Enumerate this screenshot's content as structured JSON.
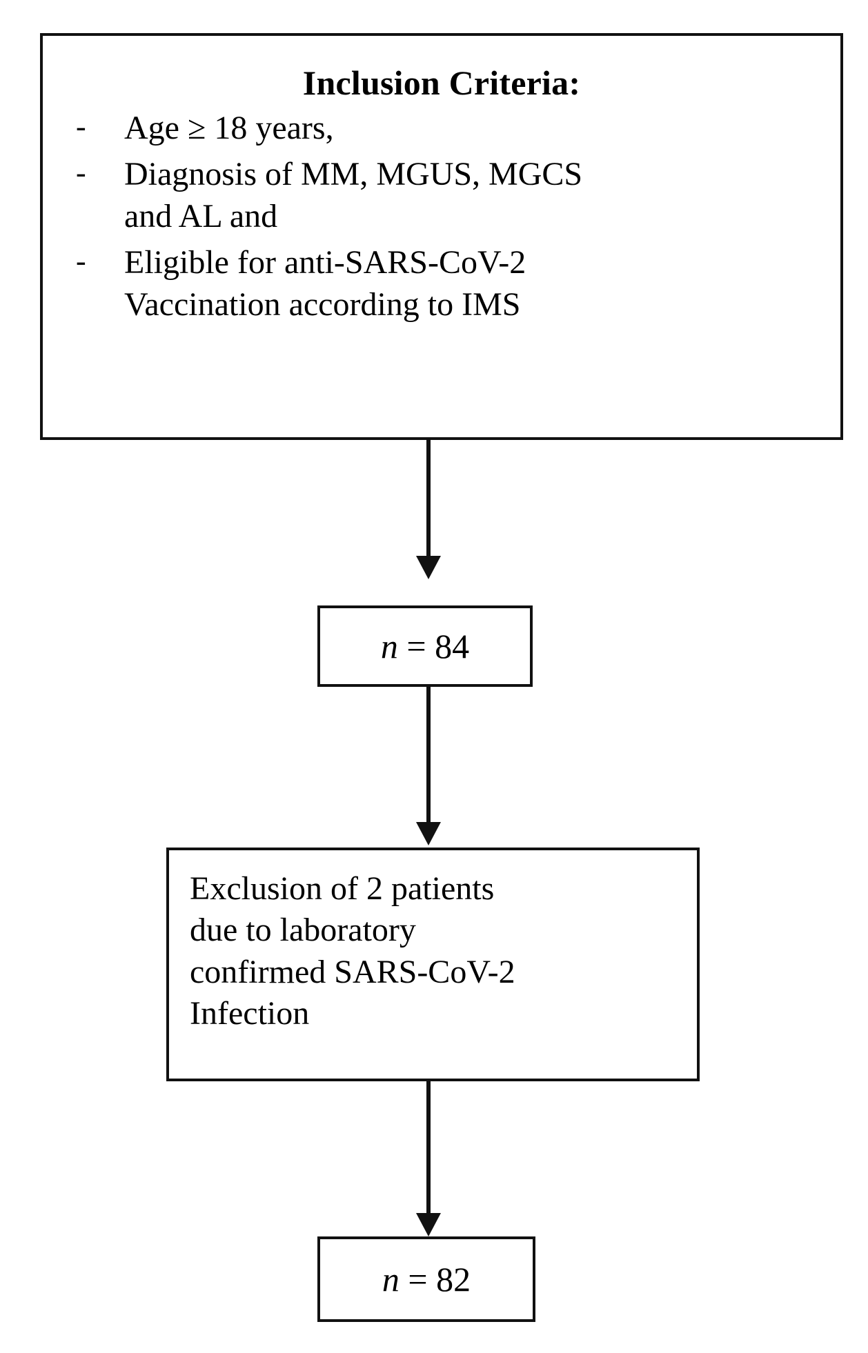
{
  "diagram": {
    "type": "flowchart",
    "orientation": "vertical",
    "colors": {
      "background": "#ffffff",
      "stroke": "#111111",
      "text": "#000000"
    },
    "inclusion": {
      "title": "Inclusion Criteria:",
      "bullet_marker": "-",
      "items": [
        "Age ≥ 18 years,",
        "Diagnosis of MM, MGUS, MGCS\nand AL and",
        "Eligible for anti-SARS-CoV-2\nVaccination according to IMS"
      ]
    },
    "count_enrolled": {
      "symbol": "n",
      "operator": "=",
      "value": "84",
      "label": "n = 84"
    },
    "exclusion": {
      "text": "Exclusion of 2 patients\ndue to laboratory\nconfirmed SARS-CoV-2\nInfection",
      "excluded_count": "2"
    },
    "count_final": {
      "symbol": "n",
      "operator": "=",
      "value": "82",
      "label": "n = 82"
    },
    "connectors": [
      {
        "name": "inclusion-to-n84",
        "from": "inclusion-box",
        "to": "n84-box"
      },
      {
        "name": "n84-to-exclusion",
        "from": "n84-box",
        "to": "exclusion-box"
      },
      {
        "name": "exclusion-to-n82",
        "from": "exclusion-box",
        "to": "n82-box"
      }
    ]
  }
}
